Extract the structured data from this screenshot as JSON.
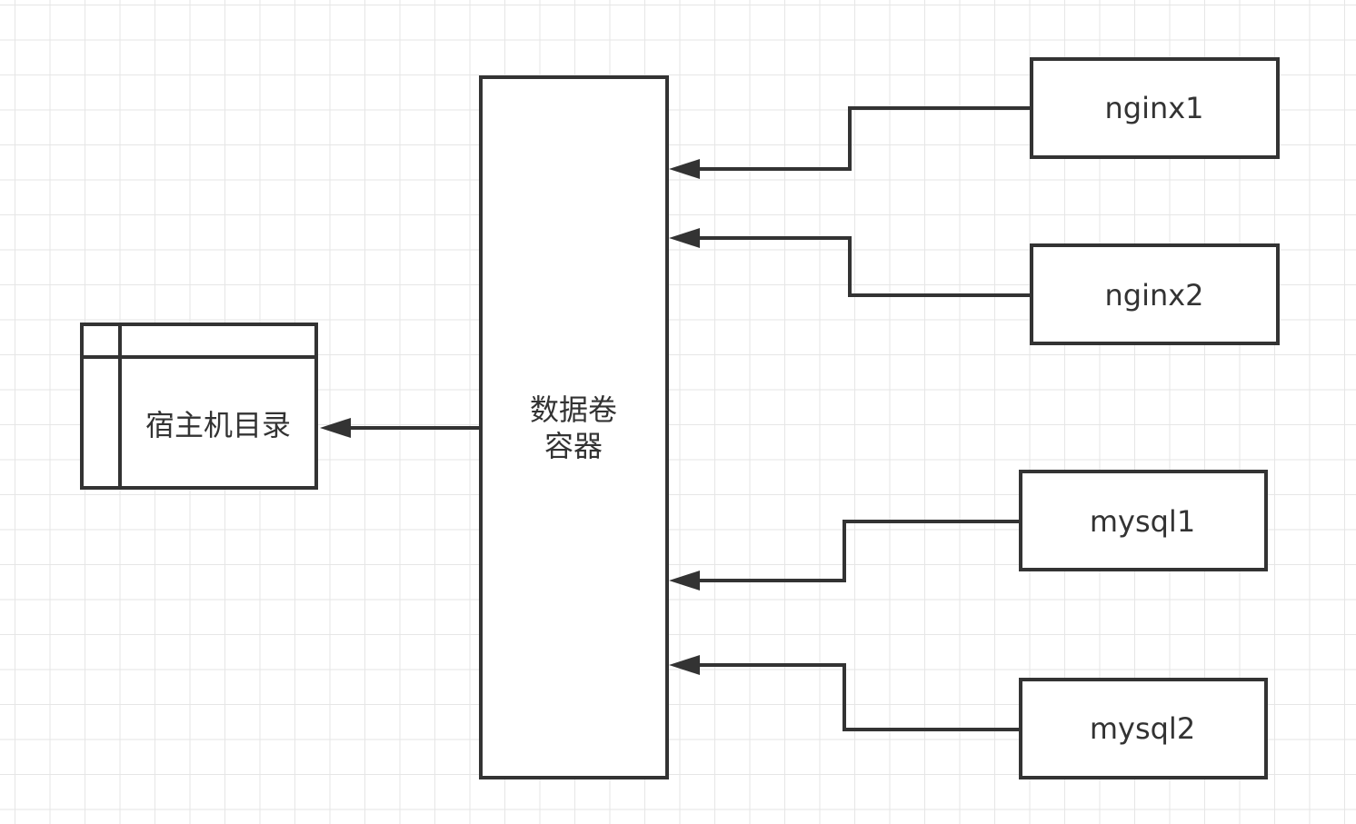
{
  "nodes": {
    "host_dir": {
      "label": "宿主机目录"
    },
    "volume": {
      "label_line1": "数据卷",
      "label_line2": "容器"
    },
    "nginx1": {
      "label": "nginx1"
    },
    "nginx2": {
      "label": "nginx2"
    },
    "mysql1": {
      "label": "mysql1"
    },
    "mysql2": {
      "label": "mysql2"
    }
  },
  "edges": [
    {
      "from": "nginx1",
      "to": "volume"
    },
    {
      "from": "nginx2",
      "to": "volume"
    },
    {
      "from": "mysql1",
      "to": "volume"
    },
    {
      "from": "mysql2",
      "to": "volume"
    },
    {
      "from": "volume",
      "to": "host_dir"
    }
  ],
  "colors": {
    "stroke": "#333333",
    "grid": "#e6e6e6",
    "background": "#ffffff"
  }
}
